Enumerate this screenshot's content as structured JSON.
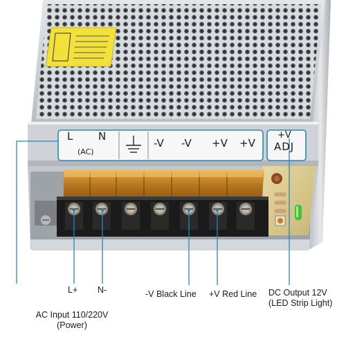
{
  "terminal_panel": {
    "l": "L",
    "n": "N",
    "ac": "(AC)",
    "ground_symbol": "ground-symbol",
    "neg1": "-V",
    "neg2": "-V",
    "pos1": "+V",
    "pos2": "+V",
    "adj_top": "+V",
    "adj_bottom": "ADJ"
  },
  "callouts": {
    "l_plus": "L+",
    "n_minus": "N-",
    "ac_input_line1": "AC Input 110/220V",
    "ac_input_line2": "(Power)",
    "neg_black": "-V Black Line",
    "pos_red": "+V Red Line",
    "dc_output_line1": "DC Output 12V",
    "dc_output_line2": "(LED Strip Light)"
  },
  "colors": {
    "callout_line": "#2a86b8",
    "terminal_cover": "#c98a1e",
    "housing_metal": "#c9cdd2",
    "terminal_block": "#1b1b1b",
    "led_green": "#3fc23a",
    "capacitor_brown": "#8a4a22"
  }
}
